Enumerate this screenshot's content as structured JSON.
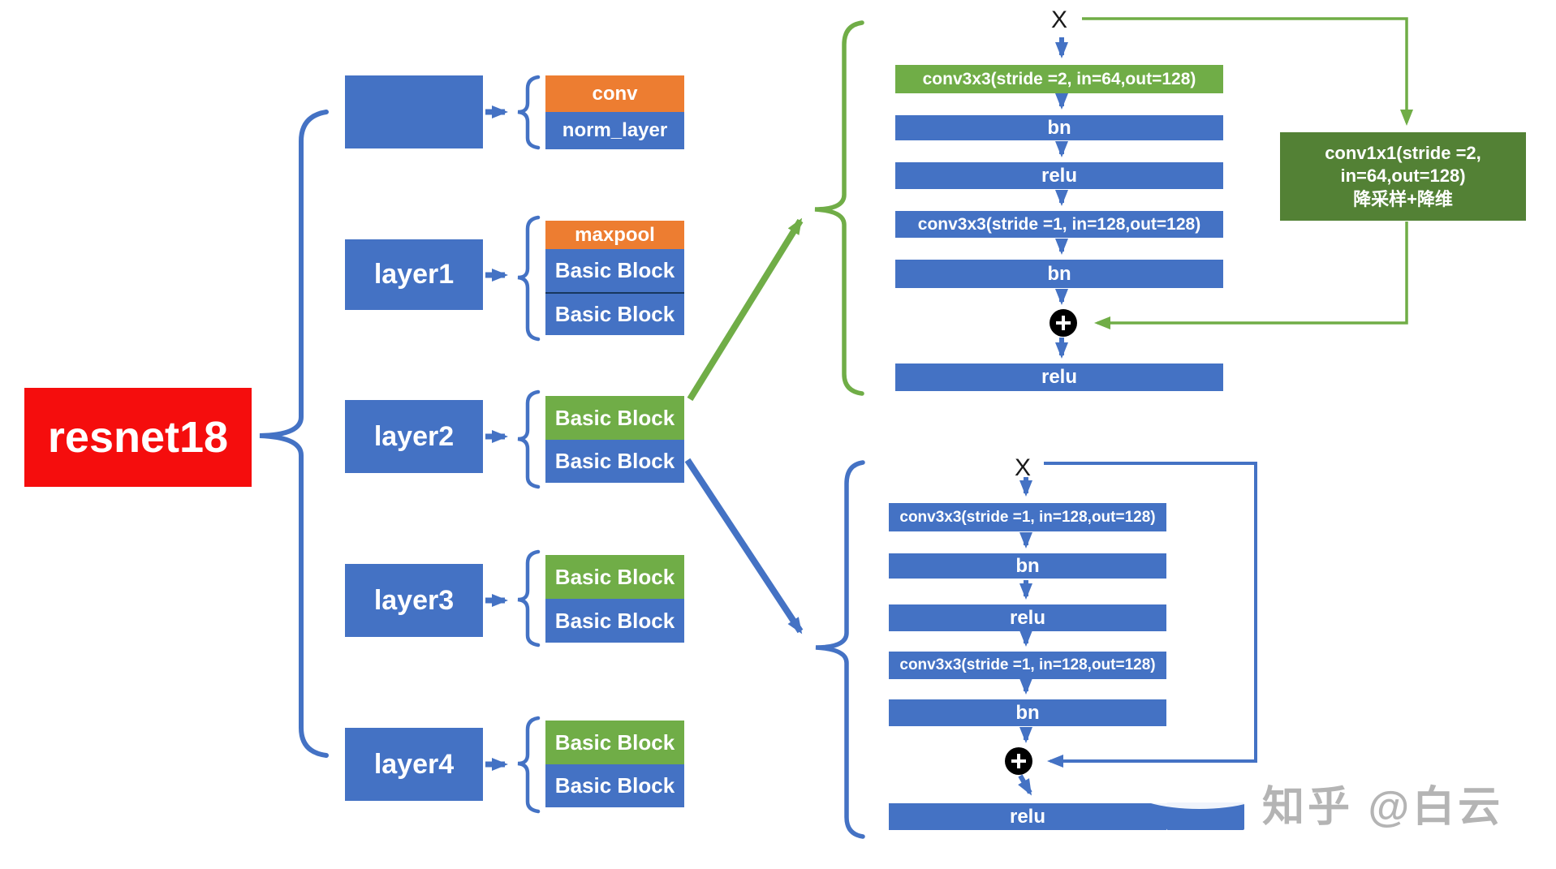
{
  "root": {
    "label": "resnet18"
  },
  "layers": [
    {
      "label": "",
      "items": [
        {
          "label": "conv"
        },
        {
          "label": "norm_layer"
        }
      ]
    },
    {
      "label": "layer1",
      "items": [
        {
          "label": "maxpool"
        },
        {
          "label": "Basic Block"
        },
        {
          "label": "Basic Block"
        }
      ]
    },
    {
      "label": "layer2",
      "items": [
        {
          "label": "Basic Block"
        },
        {
          "label": "Basic Block"
        }
      ]
    },
    {
      "label": "layer3",
      "items": [
        {
          "label": "Basic Block"
        },
        {
          "label": "Basic Block"
        }
      ]
    },
    {
      "label": "layer4",
      "items": [
        {
          "label": "Basic Block"
        },
        {
          "label": "Basic Block"
        }
      ]
    }
  ],
  "flow_top": {
    "input": "X",
    "steps": [
      "conv3x3(stride =2, in=64,out=128)",
      "bn",
      "relu",
      "conv3x3(stride =1, in=128,out=128)",
      "bn"
    ],
    "output": "relu",
    "shortcut_lines": [
      "conv1x1(stride =2,",
      "in=64,out=128)",
      "降采样+降维"
    ],
    "add_symbol": "+"
  },
  "flow_bottom": {
    "input": "X",
    "steps": [
      "conv3x3(stride =1, in=128,out=128)",
      "bn",
      "relu",
      "conv3x3(stride =1, in=128,out=128)",
      "bn"
    ],
    "output": "relu",
    "add_symbol": "+"
  },
  "watermark": "知乎 @白云",
  "colors": {
    "blue": "#4472C4",
    "orange": "#ED7D31",
    "green": "#70AD47",
    "dark_green": "#538135",
    "red": "#F50D0D",
    "watermark_gray": "#b4b4b4",
    "add_node": "#000000"
  }
}
